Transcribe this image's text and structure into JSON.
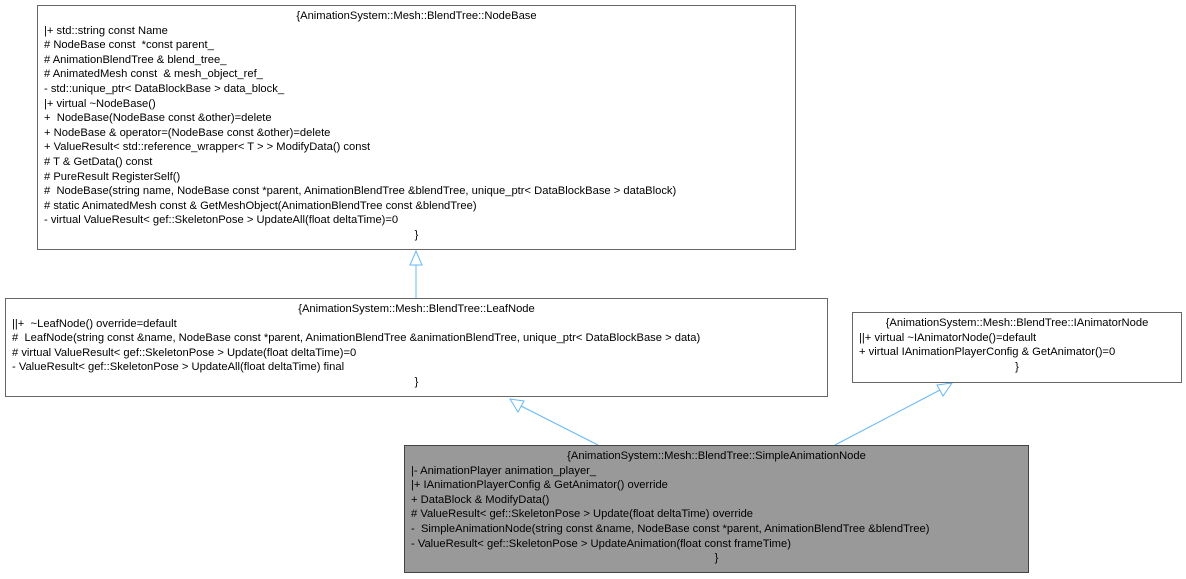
{
  "nodes": {
    "nodebase": {
      "title": "{AnimationSystem::Mesh::BlendTree::NodeBase",
      "lines": [
        "|+ std::string const Name",
        "# NodeBase const  *const parent_",
        "# AnimationBlendTree & blend_tree_",
        "# AnimatedMesh const  & mesh_object_ref_",
        "- std::unique_ptr< DataBlockBase > data_block_",
        "|+ virtual ~NodeBase()",
        "+  NodeBase(NodeBase const &other)=delete",
        "+ NodeBase & operator=(NodeBase const &other)=delete",
        "+ ValueResult< std::reference_wrapper< T > > ModifyData() const",
        "# T & GetData() const",
        "# PureResult RegisterSelf()",
        "#  NodeBase(string name, NodeBase const *parent, AnimationBlendTree &blendTree, unique_ptr< DataBlockBase > dataBlock)",
        "# static AnimatedMesh const & GetMeshObject(AnimationBlendTree const &blendTree)",
        "- virtual ValueResult< gef::SkeletonPose > UpdateAll(float deltaTime)=0"
      ],
      "close": "}"
    },
    "leafnode": {
      "title": "{AnimationSystem::Mesh::BlendTree::LeafNode",
      "lines": [
        "||+  ~LeafNode() override=default",
        "#  LeafNode(string const &name, NodeBase const *parent, AnimationBlendTree &animationBlendTree, unique_ptr< DataBlockBase > data)",
        "# virtual ValueResult< gef::SkeletonPose > Update(float deltaTime)=0",
        "- ValueResult< gef::SkeletonPose > UpdateAll(float deltaTime) final"
      ],
      "close": "}"
    },
    "ianimatornode": {
      "title": "{AnimationSystem::Mesh::BlendTree::IAnimatorNode",
      "lines": [
        "||+ virtual ~IAnimatorNode()=default",
        "+ virtual IAnimationPlayerConfig & GetAnimator()=0"
      ],
      "close": "}"
    },
    "simpleanimationnode": {
      "title": "{AnimationSystem::Mesh::BlendTree::SimpleAnimationNode",
      "lines": [
        "|- AnimationPlayer animation_player_",
        "|+ IAnimationPlayerConfig & GetAnimator() override",
        "+ DataBlock & ModifyData()",
        "# ValueResult< gef::SkeletonPose > Update(float deltaTime) override",
        "-  SimpleAnimationNode(string const &name, NodeBase const *parent, AnimationBlendTree &blendTree)",
        "- ValueResult< gef::SkeletonPose > UpdateAnimation(float const frameTime)"
      ],
      "close": "}"
    }
  },
  "colors": {
    "edge": "#63b8ff",
    "highlight_fill": "#999999",
    "box_border": "#666666"
  }
}
